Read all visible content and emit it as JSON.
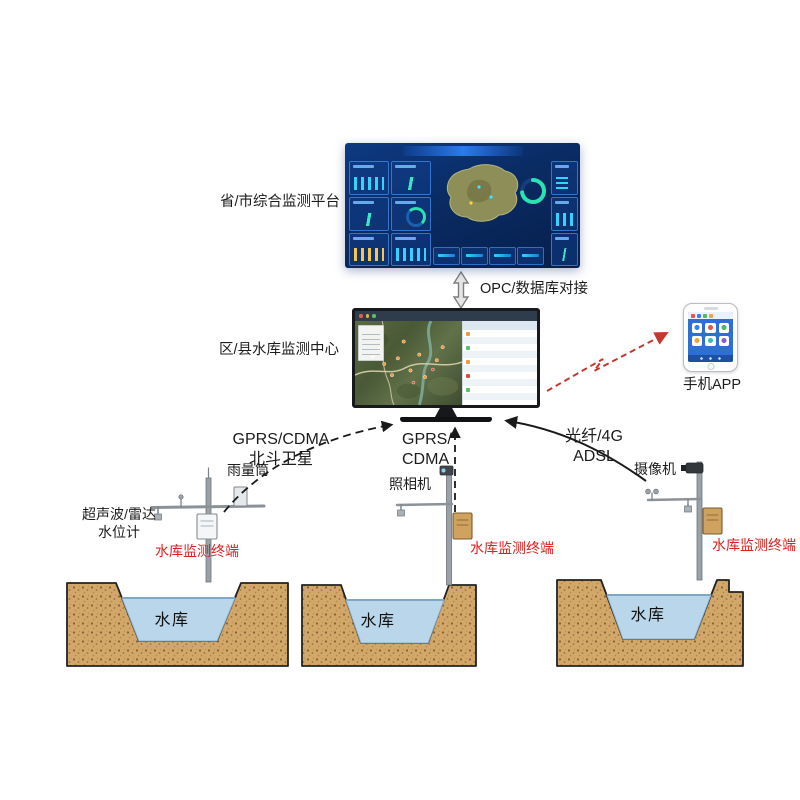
{
  "diagram": {
    "platform_label": "省/市综合监测平台",
    "opc_label": "OPC/数据库对接",
    "center_label": "区/县水库监测中心",
    "phone_label": "手机APP"
  },
  "links": {
    "left_line1": "GPRS/CDMA",
    "left_line2": "北斗卫星",
    "mid_line1": "GPRS/",
    "mid_line2": "CDMA",
    "right_line1": "光纤/4G",
    "right_line2": "ADSL"
  },
  "stations": [
    {
      "device_label": "雨量筒",
      "sensor_line1": "超声波/雷达",
      "sensor_line2": "水位计",
      "terminal_label": "水库监测终端",
      "reservoir_label": "水库"
    },
    {
      "device_label": "照相机",
      "terminal_label": "水库监测终端",
      "reservoir_label": "水库"
    },
    {
      "device_label": "摄像机",
      "terminal_label": "水库监测终端",
      "reservoir_label": "水库"
    }
  ],
  "colors": {
    "terminal_text": "#e02020",
    "red_arrow": "#c23a2e",
    "water": "#b9d6ea",
    "soil": "#d2a76a",
    "dashboard_bg": "#0a2b63",
    "phone_screen": "#2e6fd6"
  }
}
